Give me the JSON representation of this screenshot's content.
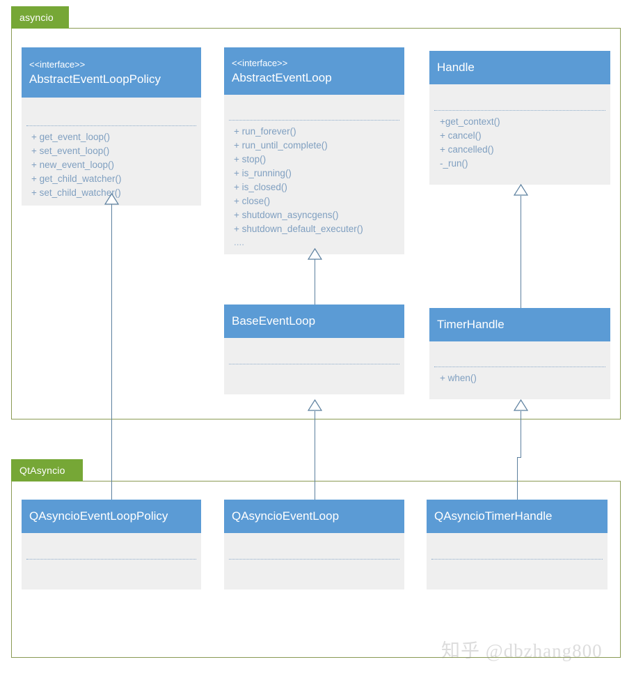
{
  "diagram": {
    "title": "asyncio / QtAsyncio class diagram",
    "colors": {
      "package_border": "#8a9a53",
      "package_tab": "#76a736",
      "class_header": "#5b9bd5",
      "class_body": "#efefef",
      "member_text": "#7f9fc0",
      "connector": "#5b7f9e"
    }
  },
  "packages": [
    {
      "name": "asyncio"
    },
    {
      "name": "QtAsyncio"
    }
  ],
  "classes": {
    "abstract_event_loop_policy": {
      "stereotype": "<<interface>>",
      "name": "AbstractEventLoopPolicy",
      "operations": [
        "+ get_event_loop()",
        "+ set_event_loop()",
        "+ new_event_loop()",
        "+ get_child_watcher()",
        "+ set_child_watcher()"
      ]
    },
    "abstract_event_loop": {
      "stereotype": "<<interface>>",
      "name": "AbstractEventLoop",
      "operations": [
        "+ run_forever()",
        "+ run_until_complete()",
        "+ stop()",
        "+ is_running()",
        "+ is_closed()",
        "+ close()",
        "+ shutdown_asyncgens()",
        "+ shutdown_default_executer()",
        "...."
      ]
    },
    "handle": {
      "stereotype": "",
      "name": "Handle",
      "operations": [
        "+get_context()",
        "+ cancel()",
        "+ cancelled()",
        "-_run()"
      ]
    },
    "base_event_loop": {
      "stereotype": "",
      "name": "BaseEventLoop",
      "operations": []
    },
    "timer_handle": {
      "stereotype": "",
      "name": "TimerHandle",
      "operations": [
        "+ when()"
      ]
    },
    "qasyncio_event_loop_policy": {
      "stereotype": "",
      "name": "QAsyncioEventLoopPolicy",
      "operations": []
    },
    "qasyncio_event_loop": {
      "stereotype": "",
      "name": "QAsyncioEventLoop",
      "operations": []
    },
    "qasyncio_timer_handle": {
      "stereotype": "",
      "name": "QAsyncioTimerHandle",
      "operations": []
    }
  },
  "relations": [
    {
      "from": "QAsyncioEventLoopPolicy",
      "to": "AbstractEventLoopPolicy",
      "type": "generalization"
    },
    {
      "from": "BaseEventLoop",
      "to": "AbstractEventLoop",
      "type": "generalization"
    },
    {
      "from": "QAsyncioEventLoop",
      "to": "BaseEventLoop",
      "type": "generalization"
    },
    {
      "from": "TimerHandle",
      "to": "Handle",
      "type": "generalization"
    },
    {
      "from": "QAsyncioTimerHandle",
      "to": "TimerHandle",
      "type": "generalization"
    }
  ],
  "watermark": {
    "text": "知乎 @dbzhang800"
  }
}
